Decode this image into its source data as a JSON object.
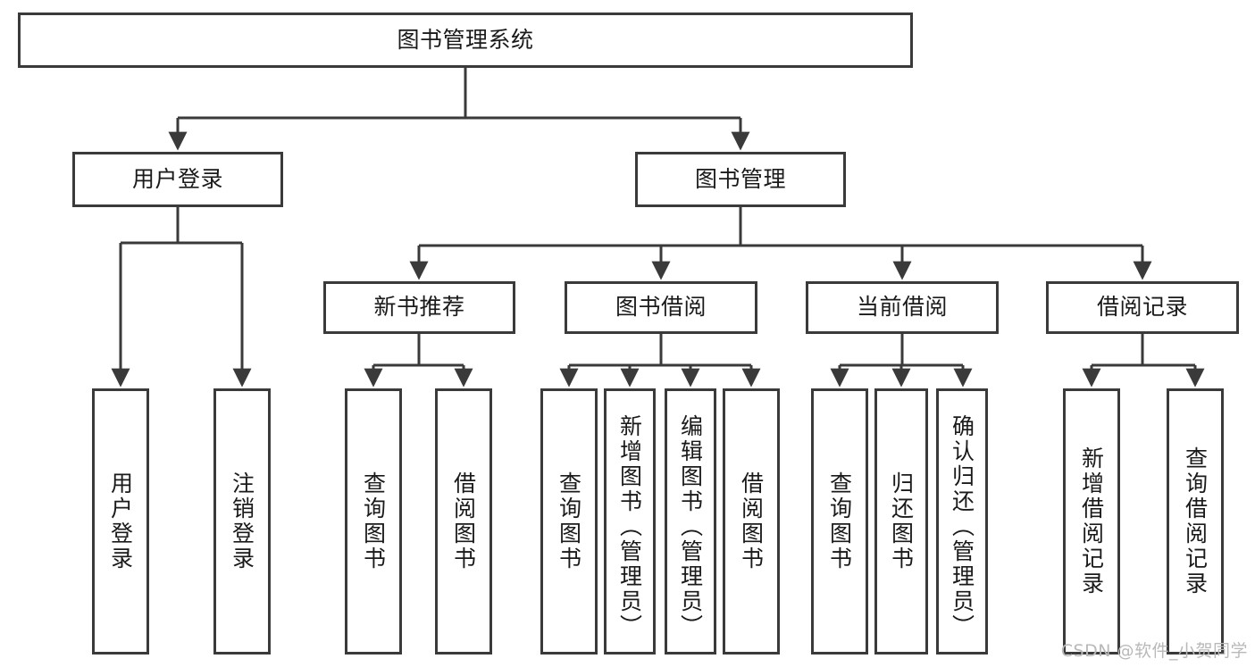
{
  "diagram": {
    "title": "图书管理系统",
    "type": "hierarchy-tree",
    "root": {
      "id": "root",
      "label": "图书管理系统"
    },
    "level2": [
      {
        "id": "user-login",
        "label": "用户登录"
      },
      {
        "id": "book-manage",
        "label": "图书管理"
      }
    ],
    "level3": [
      {
        "id": "new-book-recommend",
        "label": "新书推荐",
        "parent": "book-manage"
      },
      {
        "id": "book-borrow",
        "label": "图书借阅",
        "parent": "book-manage"
      },
      {
        "id": "current-borrow",
        "label": "当前借阅",
        "parent": "book-manage"
      },
      {
        "id": "borrow-record",
        "label": "借阅记录",
        "parent": "book-manage"
      }
    ],
    "leaves": {
      "user_login": [
        {
          "id": "leaf-user-login",
          "label": "用户登录"
        },
        {
          "id": "leaf-user-logout",
          "label": "注销登录"
        }
      ],
      "new_book_recommend": [
        {
          "id": "leaf-query-book-1",
          "label": "查询图书"
        },
        {
          "id": "leaf-borrow-book-1",
          "label": "借阅图书"
        }
      ],
      "book_borrow": [
        {
          "id": "leaf-query-book-2",
          "label": "查询图书"
        },
        {
          "id": "leaf-add-book",
          "label": "新增图书（管理员）"
        },
        {
          "id": "leaf-edit-book",
          "label": "编辑图书（管理员）"
        },
        {
          "id": "leaf-borrow-book-2",
          "label": "借阅图书"
        }
      ],
      "current_borrow": [
        {
          "id": "leaf-query-book-3",
          "label": "查询图书"
        },
        {
          "id": "leaf-return-book",
          "label": "归还图书"
        },
        {
          "id": "leaf-confirm-return",
          "label": "确认归还（管理员）"
        }
      ],
      "borrow_record": [
        {
          "id": "leaf-add-record",
          "label": "新增借阅记录"
        },
        {
          "id": "leaf-query-record",
          "label": "查询借阅记录"
        }
      ]
    }
  },
  "watermark": {
    "text": "CSDN @软件_小贺同学"
  },
  "colors": {
    "stroke": "#3a3a3a",
    "fill": "#ffffff",
    "text": "#1a1a1a",
    "watermark": "#b9b9b9"
  }
}
